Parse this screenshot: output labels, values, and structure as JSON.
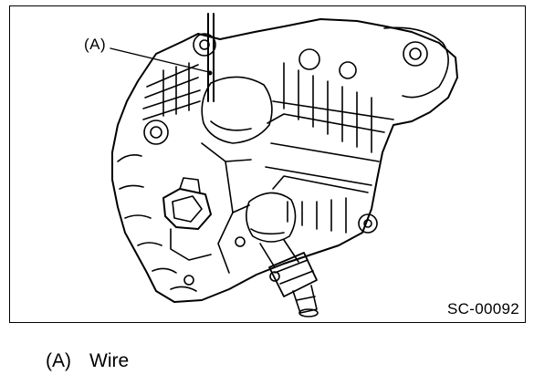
{
  "figure": {
    "callout_label": "(A)",
    "figure_code": "SC-00092"
  },
  "legend": {
    "items": [
      {
        "key": "(A)",
        "text": "Wire"
      }
    ]
  },
  "colors": {
    "line": "#000000",
    "background": "#ffffff"
  }
}
